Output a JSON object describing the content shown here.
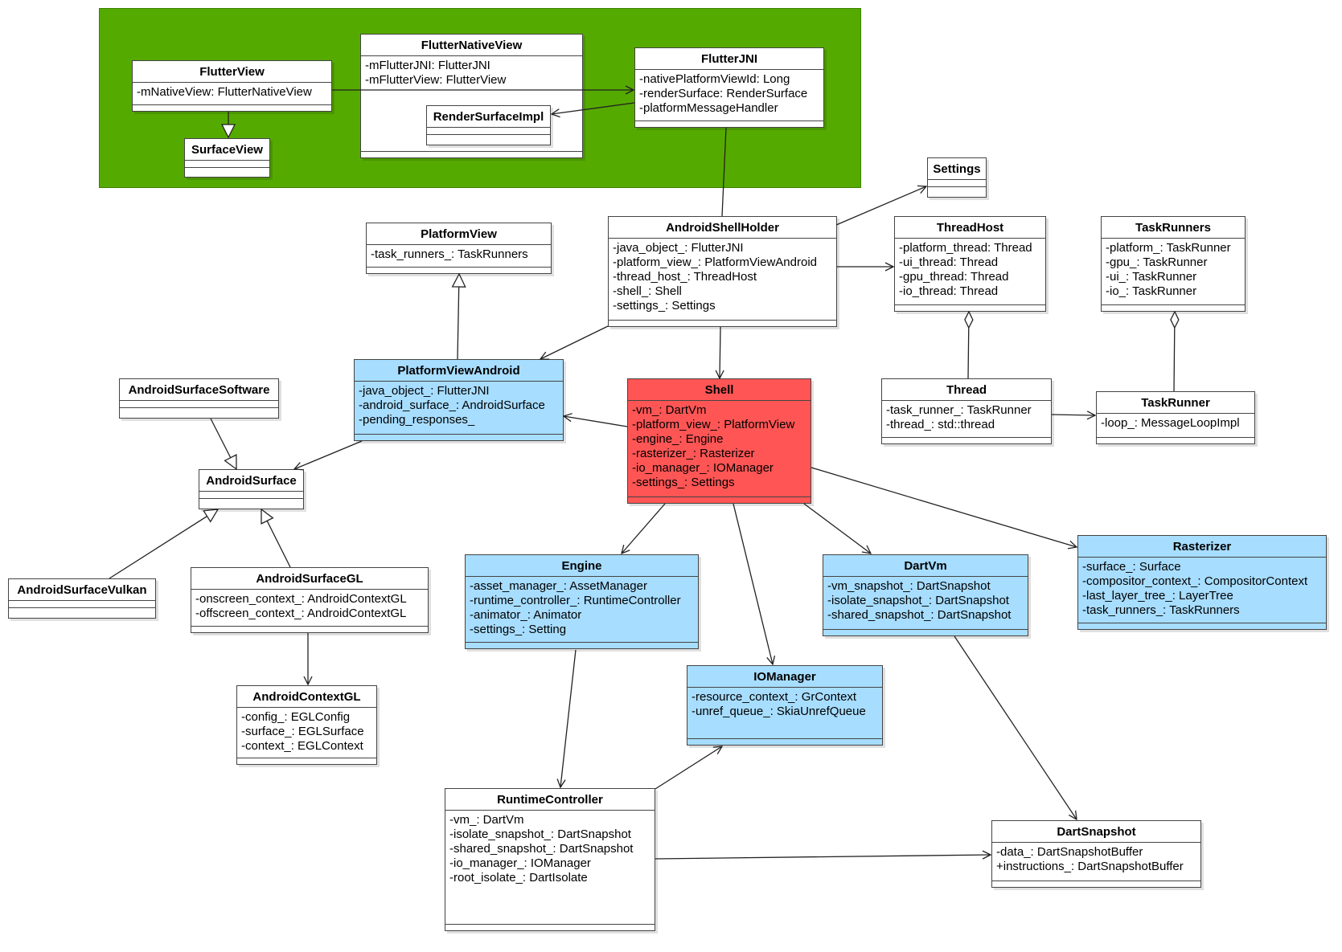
{
  "diagram": {
    "classes": [
      {
        "id": "FlutterView",
        "name": "FlutterView",
        "attrs": [
          "-mNativeView: FlutterNativeView"
        ],
        "color": "#ffffff"
      },
      {
        "id": "SurfaceView",
        "name": "SurfaceView",
        "attrs": [],
        "color": "#ffffff"
      },
      {
        "id": "FlutterNativeView",
        "name": "FlutterNativeView",
        "attrs": [
          "-mFlutterJNI: FlutterJNI",
          "-mFlutterView: FlutterView"
        ],
        "color": "#ffffff"
      },
      {
        "id": "RenderSurfaceImpl",
        "name": "RenderSurfaceImpl",
        "attrs": [],
        "color": "#ffffff"
      },
      {
        "id": "FlutterJNI",
        "name": "FlutterJNI",
        "attrs": [
          "-nativePlatformViewId: Long",
          "-renderSurface: RenderSurface",
          "-platformMessageHandler"
        ],
        "color": "#ffffff"
      },
      {
        "id": "Settings",
        "name": "Settings",
        "attrs": [],
        "color": "#ffffff"
      },
      {
        "id": "PlatformView",
        "name": "PlatformView",
        "attrs": [
          "-task_runners_: TaskRunners"
        ],
        "color": "#ffffff"
      },
      {
        "id": "AndroidShellHolder",
        "name": "AndroidShellHolder",
        "attrs": [
          "-java_object_: FlutterJNI",
          "-platform_view_: PlatformViewAndroid",
          "-thread_host_: ThreadHost",
          "-shell_: Shell",
          "-settings_: Settings"
        ],
        "color": "#ffffff"
      },
      {
        "id": "ThreadHost",
        "name": "ThreadHost",
        "attrs": [
          "-platform_thread: Thread",
          "-ui_thread: Thread",
          "-gpu_thread: Thread",
          "-io_thread: Thread"
        ],
        "color": "#ffffff"
      },
      {
        "id": "TaskRunners",
        "name": "TaskRunners",
        "attrs": [
          "-platform_: TaskRunner",
          "-gpu_: TaskRunner",
          "-ui_: TaskRunner",
          "-io_: TaskRunner"
        ],
        "color": "#ffffff"
      },
      {
        "id": "AndroidSurfaceSoftware",
        "name": "AndroidSurfaceSoftware",
        "attrs": [],
        "color": "#ffffff"
      },
      {
        "id": "PlatformViewAndroid",
        "name": "PlatformViewAndroid",
        "attrs": [
          "-java_object_: FlutterJNI",
          "-android_surface_: AndroidSurface",
          "-pending_responses_"
        ],
        "color": "#a7ddff"
      },
      {
        "id": "Shell",
        "name": "Shell",
        "attrs": [
          "-vm_: DartVm",
          "-platform_view_: PlatformView",
          "-engine_: Engine",
          "-rasterizer_: Rasterizer",
          "-io_manager_: IOManager",
          "-settings_: Settings"
        ],
        "color": "#ff5555"
      },
      {
        "id": "Thread",
        "name": "Thread",
        "attrs": [
          "-task_runner_: TaskRunner",
          "-thread_: std::thread"
        ],
        "color": "#ffffff"
      },
      {
        "id": "TaskRunner",
        "name": "TaskRunner",
        "attrs": [
          "-loop_: MessageLoopImpl"
        ],
        "color": "#ffffff"
      },
      {
        "id": "AndroidSurface",
        "name": "AndroidSurface",
        "attrs": [],
        "color": "#ffffff"
      },
      {
        "id": "AndroidSurfaceVulkan",
        "name": "AndroidSurfaceVulkan",
        "attrs": [],
        "color": "#ffffff"
      },
      {
        "id": "AndroidSurfaceGL",
        "name": "AndroidSurfaceGL",
        "attrs": [
          "-onscreen_context_: AndroidContextGL",
          "-offscreen_context_: AndroidContextGL"
        ],
        "color": "#ffffff"
      },
      {
        "id": "Engine",
        "name": "Engine",
        "attrs": [
          "-asset_manager_: AssetManager",
          "-runtime_controller_: RuntimeController",
          "-animator_: Animator",
          "-settings_: Setting"
        ],
        "color": "#a7ddff"
      },
      {
        "id": "DartVm",
        "name": "DartVm",
        "attrs": [
          "-vm_snapshot_: DartSnapshot",
          "-isolate_snapshot_: DartSnapshot",
          "-shared_snapshot_: DartSnapshot"
        ],
        "color": "#a7ddff"
      },
      {
        "id": "Rasterizer",
        "name": "Rasterizer",
        "attrs": [
          "-surface_: Surface",
          "-compositor_context_: CompositorContext",
          "-last_layer_tree_: LayerTree",
          "-task_runners_: TaskRunners"
        ],
        "color": "#a7ddff"
      },
      {
        "id": "IOManager",
        "name": "IOManager",
        "attrs": [
          "-resource_context_: GrContext",
          "-unref_queue_: SkiaUnrefQueue"
        ],
        "color": "#a7ddff"
      },
      {
        "id": "AndroidContextGL",
        "name": "AndroidContextGL",
        "attrs": [
          "-config_: EGLConfig",
          "-surface_: EGLSurface",
          "-context_: EGLContext"
        ],
        "color": "#ffffff"
      },
      {
        "id": "RuntimeController",
        "name": "RuntimeController",
        "attrs": [
          "-vm_: DartVm",
          "-isolate_snapshot_: DartSnapshot",
          "-shared_snapshot_: DartSnapshot",
          "-io_manager_: IOManager",
          "-root_isolate_: DartIsolate"
        ],
        "color": "#ffffff"
      },
      {
        "id": "DartSnapshot",
        "name": "DartSnapshot",
        "attrs": [
          "-data_: DartSnapshotBuffer",
          "+instructions_: DartSnapshotBuffer"
        ],
        "color": "#ffffff"
      }
    ],
    "relations": [
      {
        "from": "FlutterView",
        "to": "SurfaceView",
        "kind": "generalization"
      },
      {
        "from": "FlutterView",
        "to": "FlutterJNI",
        "kind": "association"
      },
      {
        "from": "FlutterJNI",
        "to": "RenderSurfaceImpl",
        "kind": "association"
      },
      {
        "from": "FlutterJNI",
        "to": "AndroidShellHolder",
        "kind": "link"
      },
      {
        "from": "AndroidShellHolder",
        "to": "Settings",
        "kind": "association"
      },
      {
        "from": "AndroidShellHolder",
        "to": "ThreadHost",
        "kind": "association"
      },
      {
        "from": "AndroidShellHolder",
        "to": "PlatformViewAndroid",
        "kind": "association"
      },
      {
        "from": "AndroidShellHolder",
        "to": "Shell",
        "kind": "association"
      },
      {
        "from": "PlatformViewAndroid",
        "to": "PlatformView",
        "kind": "generalization"
      },
      {
        "from": "PlatformViewAndroid",
        "to": "AndroidSurface",
        "kind": "association"
      },
      {
        "from": "Shell",
        "to": "PlatformViewAndroid",
        "kind": "association"
      },
      {
        "from": "Shell",
        "to": "Engine",
        "kind": "association"
      },
      {
        "from": "Shell",
        "to": "IOManager",
        "kind": "association"
      },
      {
        "from": "Shell",
        "to": "DartVm",
        "kind": "association"
      },
      {
        "from": "Shell",
        "to": "Rasterizer",
        "kind": "association"
      },
      {
        "from": "Thread",
        "to": "ThreadHost",
        "kind": "aggregation"
      },
      {
        "from": "Thread",
        "to": "TaskRunner",
        "kind": "association"
      },
      {
        "from": "TaskRunner",
        "to": "TaskRunners",
        "kind": "aggregation"
      },
      {
        "from": "AndroidSurfaceSoftware",
        "to": "AndroidSurface",
        "kind": "generalization"
      },
      {
        "from": "AndroidSurfaceVulkan",
        "to": "AndroidSurface",
        "kind": "generalization"
      },
      {
        "from": "AndroidSurfaceGL",
        "to": "AndroidSurface",
        "kind": "generalization"
      },
      {
        "from": "AndroidSurfaceGL",
        "to": "AndroidContextGL",
        "kind": "association"
      },
      {
        "from": "Engine",
        "to": "RuntimeController",
        "kind": "association"
      },
      {
        "from": "RuntimeController",
        "to": "IOManager",
        "kind": "association"
      },
      {
        "from": "RuntimeController",
        "to": "DartSnapshot",
        "kind": "association"
      },
      {
        "from": "DartVm",
        "to": "DartSnapshot",
        "kind": "association"
      }
    ]
  }
}
